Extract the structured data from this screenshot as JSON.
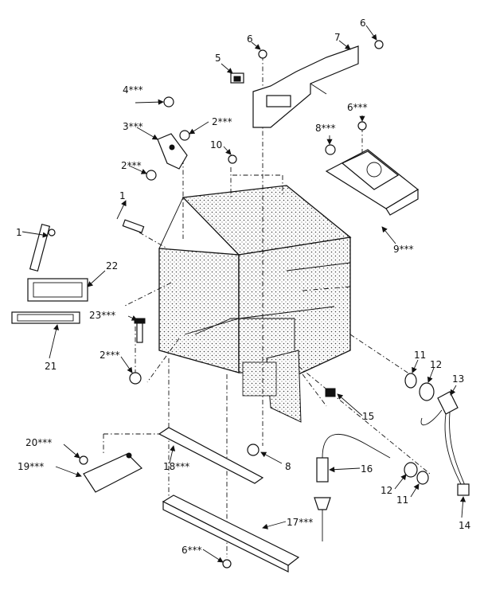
{
  "labels": {
    "l1a": "1",
    "l1b": "1",
    "l2a": "2***",
    "l2b": "2***",
    "l2c": "2***",
    "l3": "3***",
    "l4": "4***",
    "l5": "5",
    "l6a": "6",
    "l6b": "6",
    "l6c": "6***",
    "l6d": "6***",
    "l7": "7",
    "l8a": "8***",
    "l8b": "8",
    "l9": "9***",
    "l10": "10",
    "l11a": "11",
    "l11b": "11",
    "l12a": "12",
    "l12b": "12",
    "l13": "13",
    "l14": "14",
    "l15": "15",
    "l16": "16",
    "l17": "17***",
    "l18": "18***",
    "l19": "19***",
    "l20": "20***",
    "l21": "21",
    "l22": "22",
    "l23": "23***"
  }
}
